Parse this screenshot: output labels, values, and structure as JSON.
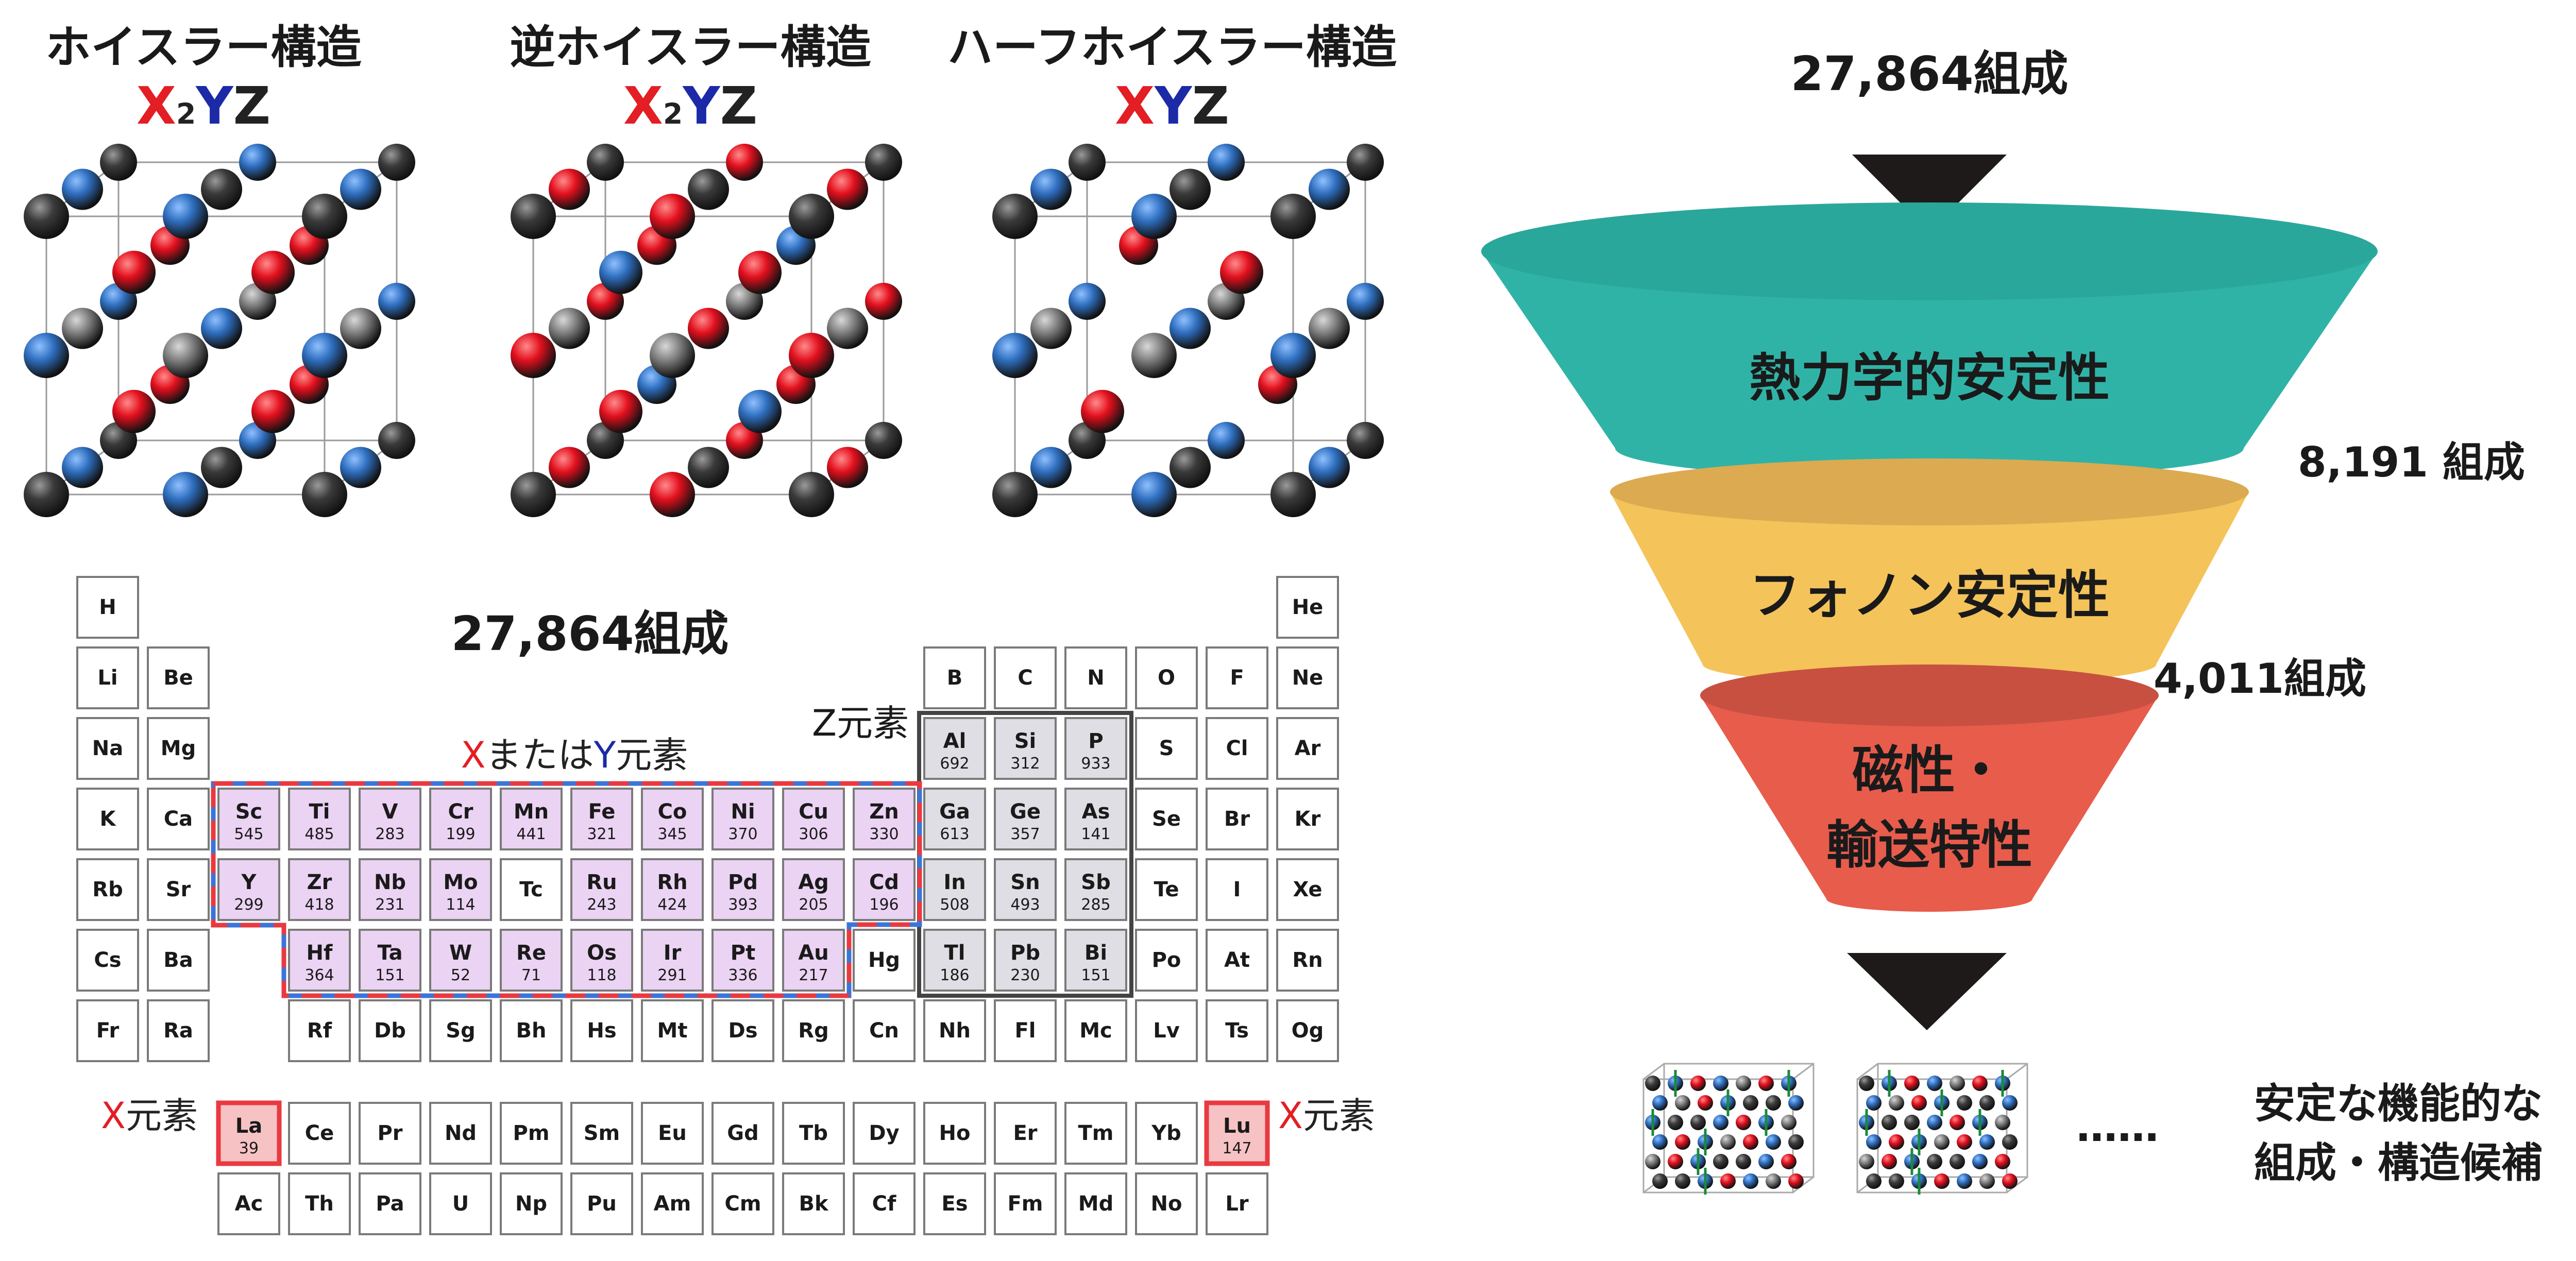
{
  "structures": [
    {
      "title": "ホイスラー構造",
      "formula": [
        {
          "t": "X",
          "c": "#e31e24"
        },
        {
          "t": "2",
          "c": "#222222",
          "sub": true
        },
        {
          "t": "Y",
          "c": "#1c2aa8"
        },
        {
          "t": "Z",
          "c": "#222222"
        }
      ],
      "variant": "full"
    },
    {
      "title": "逆ホイスラー構造",
      "formula": [
        {
          "t": "X",
          "c": "#e31e24"
        },
        {
          "t": "2",
          "c": "#222222",
          "sub": true
        },
        {
          "t": "Y",
          "c": "#1c2aa8"
        },
        {
          "t": "Z",
          "c": "#222222"
        }
      ],
      "variant": "inverse"
    },
    {
      "title": "ハーフホイスラー構造",
      "formula": [
        {
          "t": "X",
          "c": "#e31e24"
        },
        {
          "t": "Y",
          "c": "#1c2aa8"
        },
        {
          "t": "Z",
          "c": "#222222"
        }
      ],
      "variant": "half"
    }
  ],
  "periodic": {
    "title": "27,864組成",
    "xy_label": [
      {
        "t": "X",
        "c": "#e31e24"
      },
      {
        "t": "または",
        "c": "#222222"
      },
      {
        "t": "Y",
        "c": "#1c2aa8"
      },
      {
        "t": "元素",
        "c": "#222222"
      }
    ],
    "z_label": "Z元素",
    "x_label_left": [
      {
        "t": "X",
        "c": "#e31e24"
      },
      {
        "t": "元素",
        "c": "#222222"
      }
    ],
    "x_label_right": [
      {
        "t": "X",
        "c": "#e31e24"
      },
      {
        "t": "元素",
        "c": "#222222"
      }
    ],
    "rows": [
      [
        [
          1,
          "H",
          null
        ],
        [
          18,
          "He",
          null
        ]
      ],
      [
        [
          1,
          "Li",
          null
        ],
        [
          2,
          "Be",
          null
        ],
        [
          13,
          "B",
          null
        ],
        [
          14,
          "C",
          null
        ],
        [
          15,
          "N",
          null
        ],
        [
          16,
          "O",
          null
        ],
        [
          17,
          "F",
          null
        ],
        [
          18,
          "Ne",
          null
        ]
      ],
      [
        [
          1,
          "Na",
          null
        ],
        [
          2,
          "Mg",
          null
        ],
        [
          13,
          "Al",
          "692"
        ],
        [
          14,
          "Si",
          "312"
        ],
        [
          15,
          "P",
          "933"
        ],
        [
          16,
          "S",
          null
        ],
        [
          17,
          "Cl",
          null
        ],
        [
          18,
          "Ar",
          null
        ]
      ],
      [
        [
          1,
          "K",
          null
        ],
        [
          2,
          "Ca",
          null
        ],
        [
          3,
          "Sc",
          "545"
        ],
        [
          4,
          "Ti",
          "485"
        ],
        [
          5,
          "V",
          "283"
        ],
        [
          6,
          "Cr",
          "199"
        ],
        [
          7,
          "Mn",
          "441"
        ],
        [
          8,
          "Fe",
          "321"
        ],
        [
          9,
          "Co",
          "345"
        ],
        [
          10,
          "Ni",
          "370"
        ],
        [
          11,
          "Cu",
          "306"
        ],
        [
          12,
          "Zn",
          "330"
        ],
        [
          13,
          "Ga",
          "613"
        ],
        [
          14,
          "Ge",
          "357"
        ],
        [
          15,
          "As",
          "141"
        ],
        [
          16,
          "Se",
          null
        ],
        [
          17,
          "Br",
          null
        ],
        [
          18,
          "Kr",
          null
        ]
      ],
      [
        [
          1,
          "Rb",
          null
        ],
        [
          2,
          "Sr",
          null
        ],
        [
          3,
          "Y",
          "299"
        ],
        [
          4,
          "Zr",
          "418"
        ],
        [
          5,
          "Nb",
          "231"
        ],
        [
          6,
          "Mo",
          "114"
        ],
        [
          7,
          "Tc",
          null
        ],
        [
          8,
          "Ru",
          "243"
        ],
        [
          9,
          "Rh",
          "424"
        ],
        [
          10,
          "Pd",
          "393"
        ],
        [
          11,
          "Ag",
          "205"
        ],
        [
          12,
          "Cd",
          "196"
        ],
        [
          13,
          "In",
          "508"
        ],
        [
          14,
          "Sn",
          "493"
        ],
        [
          15,
          "Sb",
          "285"
        ],
        [
          16,
          "Te",
          null
        ],
        [
          17,
          "I",
          null
        ],
        [
          18,
          "Xe",
          null
        ]
      ],
      [
        [
          1,
          "Cs",
          null
        ],
        [
          2,
          "Ba",
          null
        ],
        [
          4,
          "Hf",
          "364"
        ],
        [
          5,
          "Ta",
          "151"
        ],
        [
          6,
          "W",
          "52"
        ],
        [
          7,
          "Re",
          "71"
        ],
        [
          8,
          "Os",
          "118"
        ],
        [
          9,
          "Ir",
          "291"
        ],
        [
          10,
          "Pt",
          "336"
        ],
        [
          11,
          "Au",
          "217"
        ],
        [
          12,
          "Hg",
          null
        ],
        [
          13,
          "Tl",
          "186"
        ],
        [
          14,
          "Pb",
          "230"
        ],
        [
          15,
          "Bi",
          "151"
        ],
        [
          16,
          "Po",
          null
        ],
        [
          17,
          "At",
          null
        ],
        [
          18,
          "Rn",
          null
        ]
      ],
      [
        [
          1,
          "Fr",
          null
        ],
        [
          2,
          "Ra",
          null
        ],
        [
          4,
          "Rf",
          null
        ],
        [
          5,
          "Db",
          null
        ],
        [
          6,
          "Sg",
          null
        ],
        [
          7,
          "Bh",
          null
        ],
        [
          8,
          "Hs",
          null
        ],
        [
          9,
          "Mt",
          null
        ],
        [
          10,
          "Ds",
          null
        ],
        [
          11,
          "Rg",
          null
        ],
        [
          12,
          "Cn",
          null
        ],
        [
          13,
          "Nh",
          null
        ],
        [
          14,
          "Fl",
          null
        ],
        [
          15,
          "Mc",
          null
        ],
        [
          16,
          "Lv",
          null
        ],
        [
          17,
          "Ts",
          null
        ],
        [
          18,
          "Og",
          null
        ]
      ]
    ],
    "lanthanides": [
      [
        "La",
        "39"
      ],
      [
        "Ce",
        null
      ],
      [
        "Pr",
        null
      ],
      [
        "Nd",
        null
      ],
      [
        "Pm",
        null
      ],
      [
        "Sm",
        null
      ],
      [
        "Eu",
        null
      ],
      [
        "Gd",
        null
      ],
      [
        "Tb",
        null
      ],
      [
        "Dy",
        null
      ],
      [
        "Ho",
        null
      ],
      [
        "Er",
        null
      ],
      [
        "Tm",
        null
      ],
      [
        "Yb",
        null
      ],
      [
        "Lu",
        "147"
      ]
    ],
    "actinides": [
      "Ac",
      "Th",
      "Pa",
      "U",
      "Np",
      "Pu",
      "Am",
      "Cm",
      "Bk",
      "Cf",
      "Es",
      "Fm",
      "Md",
      "No",
      "Lr"
    ]
  },
  "funnel": {
    "top_count": "27,864組成",
    "stages": [
      {
        "label": [
          "熱力学的安定性"
        ],
        "count": "8,191 組成",
        "color_top": "#2aa79b",
        "color_body": "#30b3a7"
      },
      {
        "label": [
          "フォノン安定性"
        ],
        "count": "4,011組成",
        "color_top": "#dcaa50",
        "color_body": "#f4c35a"
      },
      {
        "label": [
          "磁性・",
          "輸送特性"
        ],
        "count": "",
        "color_top": "#c85040",
        "color_body": "#e85c4c"
      }
    ],
    "ellipsis": "……",
    "result": [
      "安定な機能的な",
      "組成・構造候補"
    ]
  },
  "colors": {
    "atom_red": "#e3101e",
    "atom_blue": "#2f6fc0",
    "atom_dark": "#3a3a3a",
    "atom_gray": "#808080",
    "cell_purple": "#ebd3f3",
    "cell_gray": "#dedee4",
    "cell_pink": "#f7c2c4",
    "border_red": "#e83a40",
    "border_blue": "#3d74d8",
    "arrow": "#1e1a1a",
    "text": "#1a1a1a"
  }
}
